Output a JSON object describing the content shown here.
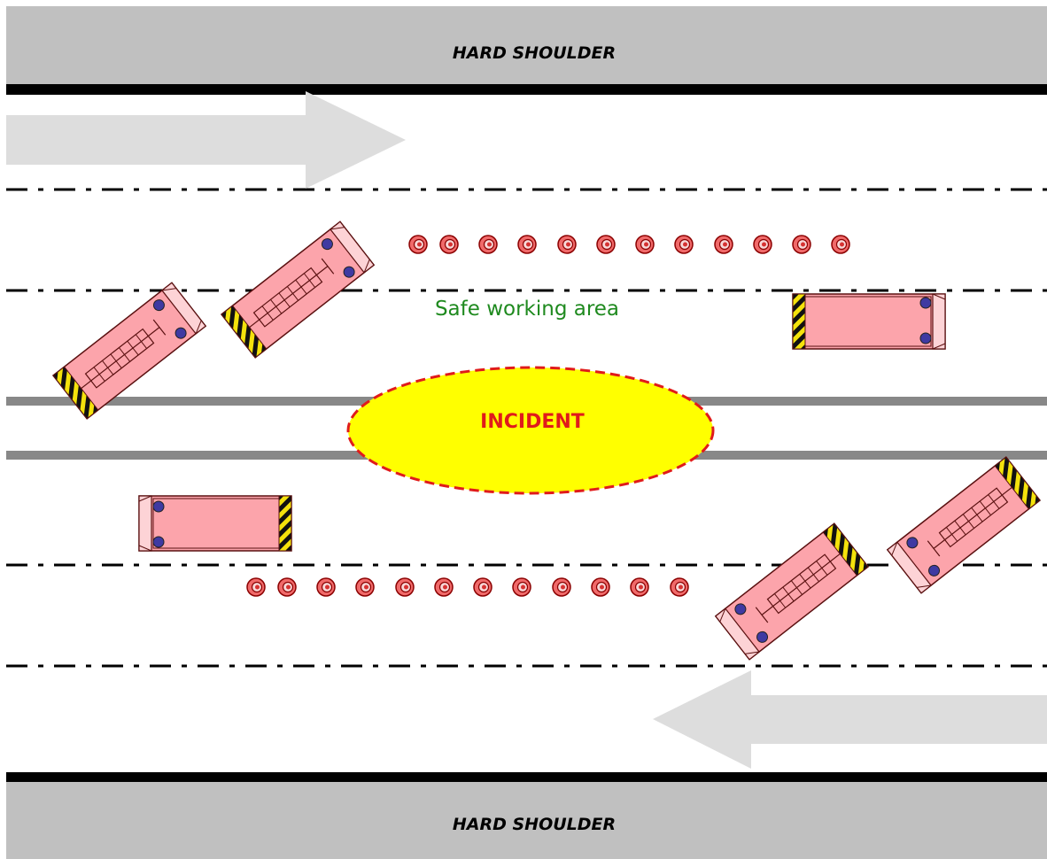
{
  "shoulder_top": {
    "label": "HARD SHOULDER"
  },
  "shoulder_bottom": {
    "label": "HARD SHOULDER"
  },
  "incident": {
    "label": "INCIDENT"
  },
  "working_area": {
    "label": "Safe working area"
  },
  "colors": {
    "shoulder": "#c0c0c0",
    "road_edge": "#000000",
    "lane_divider": "#888888",
    "arrow": "#dddddd",
    "vehicle_body": "#fca4ab",
    "vehicle_outline": "#7a1a1a",
    "wheel": "#3f3aa2",
    "chevron_yellow": "#f4e20c",
    "cone_outer": "#f06a6a",
    "cone_outline": "#8b0000",
    "incident_fill": "#ffff00",
    "incident_border": "#e01b1b",
    "incident_text": "#e01b1b",
    "working_area_text": "#1f8a1f"
  },
  "traffic": {
    "upper_direction": "left-to-right",
    "lower_direction": "right-to-left"
  },
  "cones": {
    "upper_count": 12,
    "lower_count": 12
  },
  "vehicles": {
    "ladder_trucks": 4,
    "box_vehicles": 2
  }
}
